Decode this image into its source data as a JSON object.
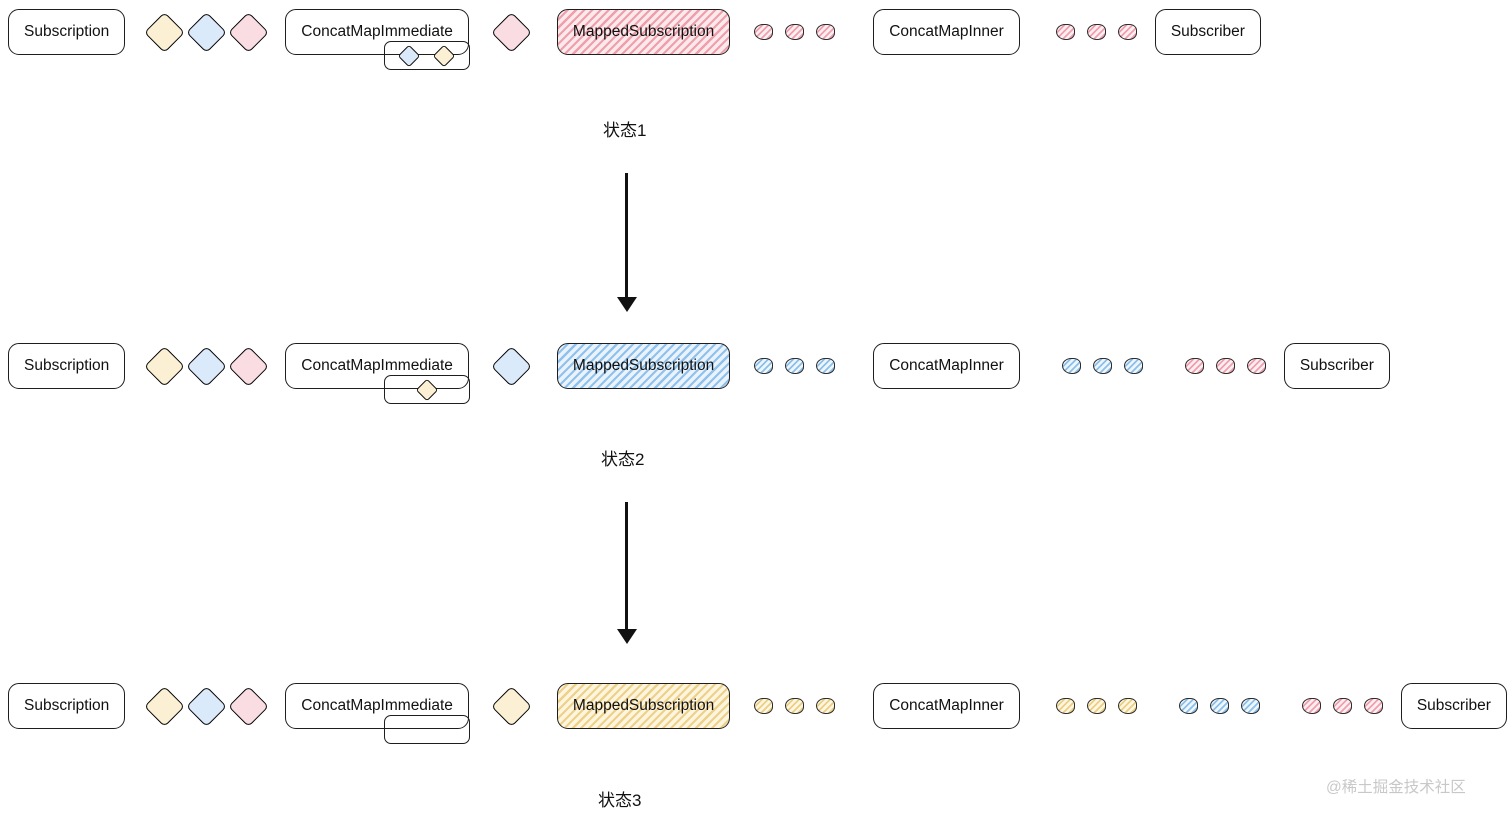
{
  "watermark": "@稀土掘金技术社区",
  "colors": {
    "yellow": {
      "fill": "#fbf0d3",
      "border": "#b5a271",
      "hatch": "#ecce85"
    },
    "blue": {
      "fill": "#dbeafa",
      "border": "#84a8c9",
      "hatch": "#8cc0ea"
    },
    "pink": {
      "fill": "#fadce3",
      "border": "#cf9cad",
      "hatch": "#f09fae"
    }
  },
  "states": [
    {
      "label": "状态1",
      "subscription_label": "Subscription",
      "source_diamonds": [
        "yellow",
        "blue",
        "pink"
      ],
      "concat_map_immediate_label": "ConcatMapImmediate",
      "queued_diamonds": [
        "blue",
        "yellow"
      ],
      "active_diamond": [
        "pink"
      ],
      "mapped_subscription_label": "MappedSubscription",
      "mapped_color": "pink",
      "inner_marbles": [
        "pink",
        "pink",
        "pink"
      ],
      "concat_map_inner_label": "ConcatMapInner",
      "delivered_groups": [
        [
          "pink",
          "pink",
          "pink"
        ]
      ],
      "subscriber_label": "Subscriber"
    },
    {
      "label": "状态2",
      "subscription_label": "Subscription",
      "source_diamonds": [
        "yellow",
        "blue",
        "pink"
      ],
      "concat_map_immediate_label": "ConcatMapImmediate",
      "queued_diamonds": [
        "yellow"
      ],
      "active_diamond": [
        "blue"
      ],
      "mapped_subscription_label": "MappedSubscription",
      "mapped_color": "blue",
      "inner_marbles": [
        "blue",
        "blue",
        "blue"
      ],
      "concat_map_inner_label": "ConcatMapInner",
      "delivered_groups": [
        [
          "blue",
          "blue",
          "blue"
        ],
        [
          "pink",
          "pink",
          "pink"
        ]
      ],
      "subscriber_label": "Subscriber"
    },
    {
      "label": "状态3",
      "subscription_label": "Subscription",
      "source_diamonds": [
        "yellow",
        "blue",
        "pink"
      ],
      "concat_map_immediate_label": "ConcatMapImmediate",
      "queued_diamonds": [],
      "active_diamond": [
        "yellow"
      ],
      "mapped_subscription_label": "MappedSubscription",
      "mapped_color": "yellow",
      "inner_marbles": [
        "yellow",
        "yellow",
        "yellow"
      ],
      "concat_map_inner_label": "ConcatMapInner",
      "delivered_groups": [
        [
          "yellow",
          "yellow",
          "yellow"
        ],
        [
          "blue",
          "blue",
          "blue"
        ],
        [
          "pink",
          "pink",
          "pink"
        ]
      ],
      "subscriber_label": "Subscriber"
    }
  ]
}
